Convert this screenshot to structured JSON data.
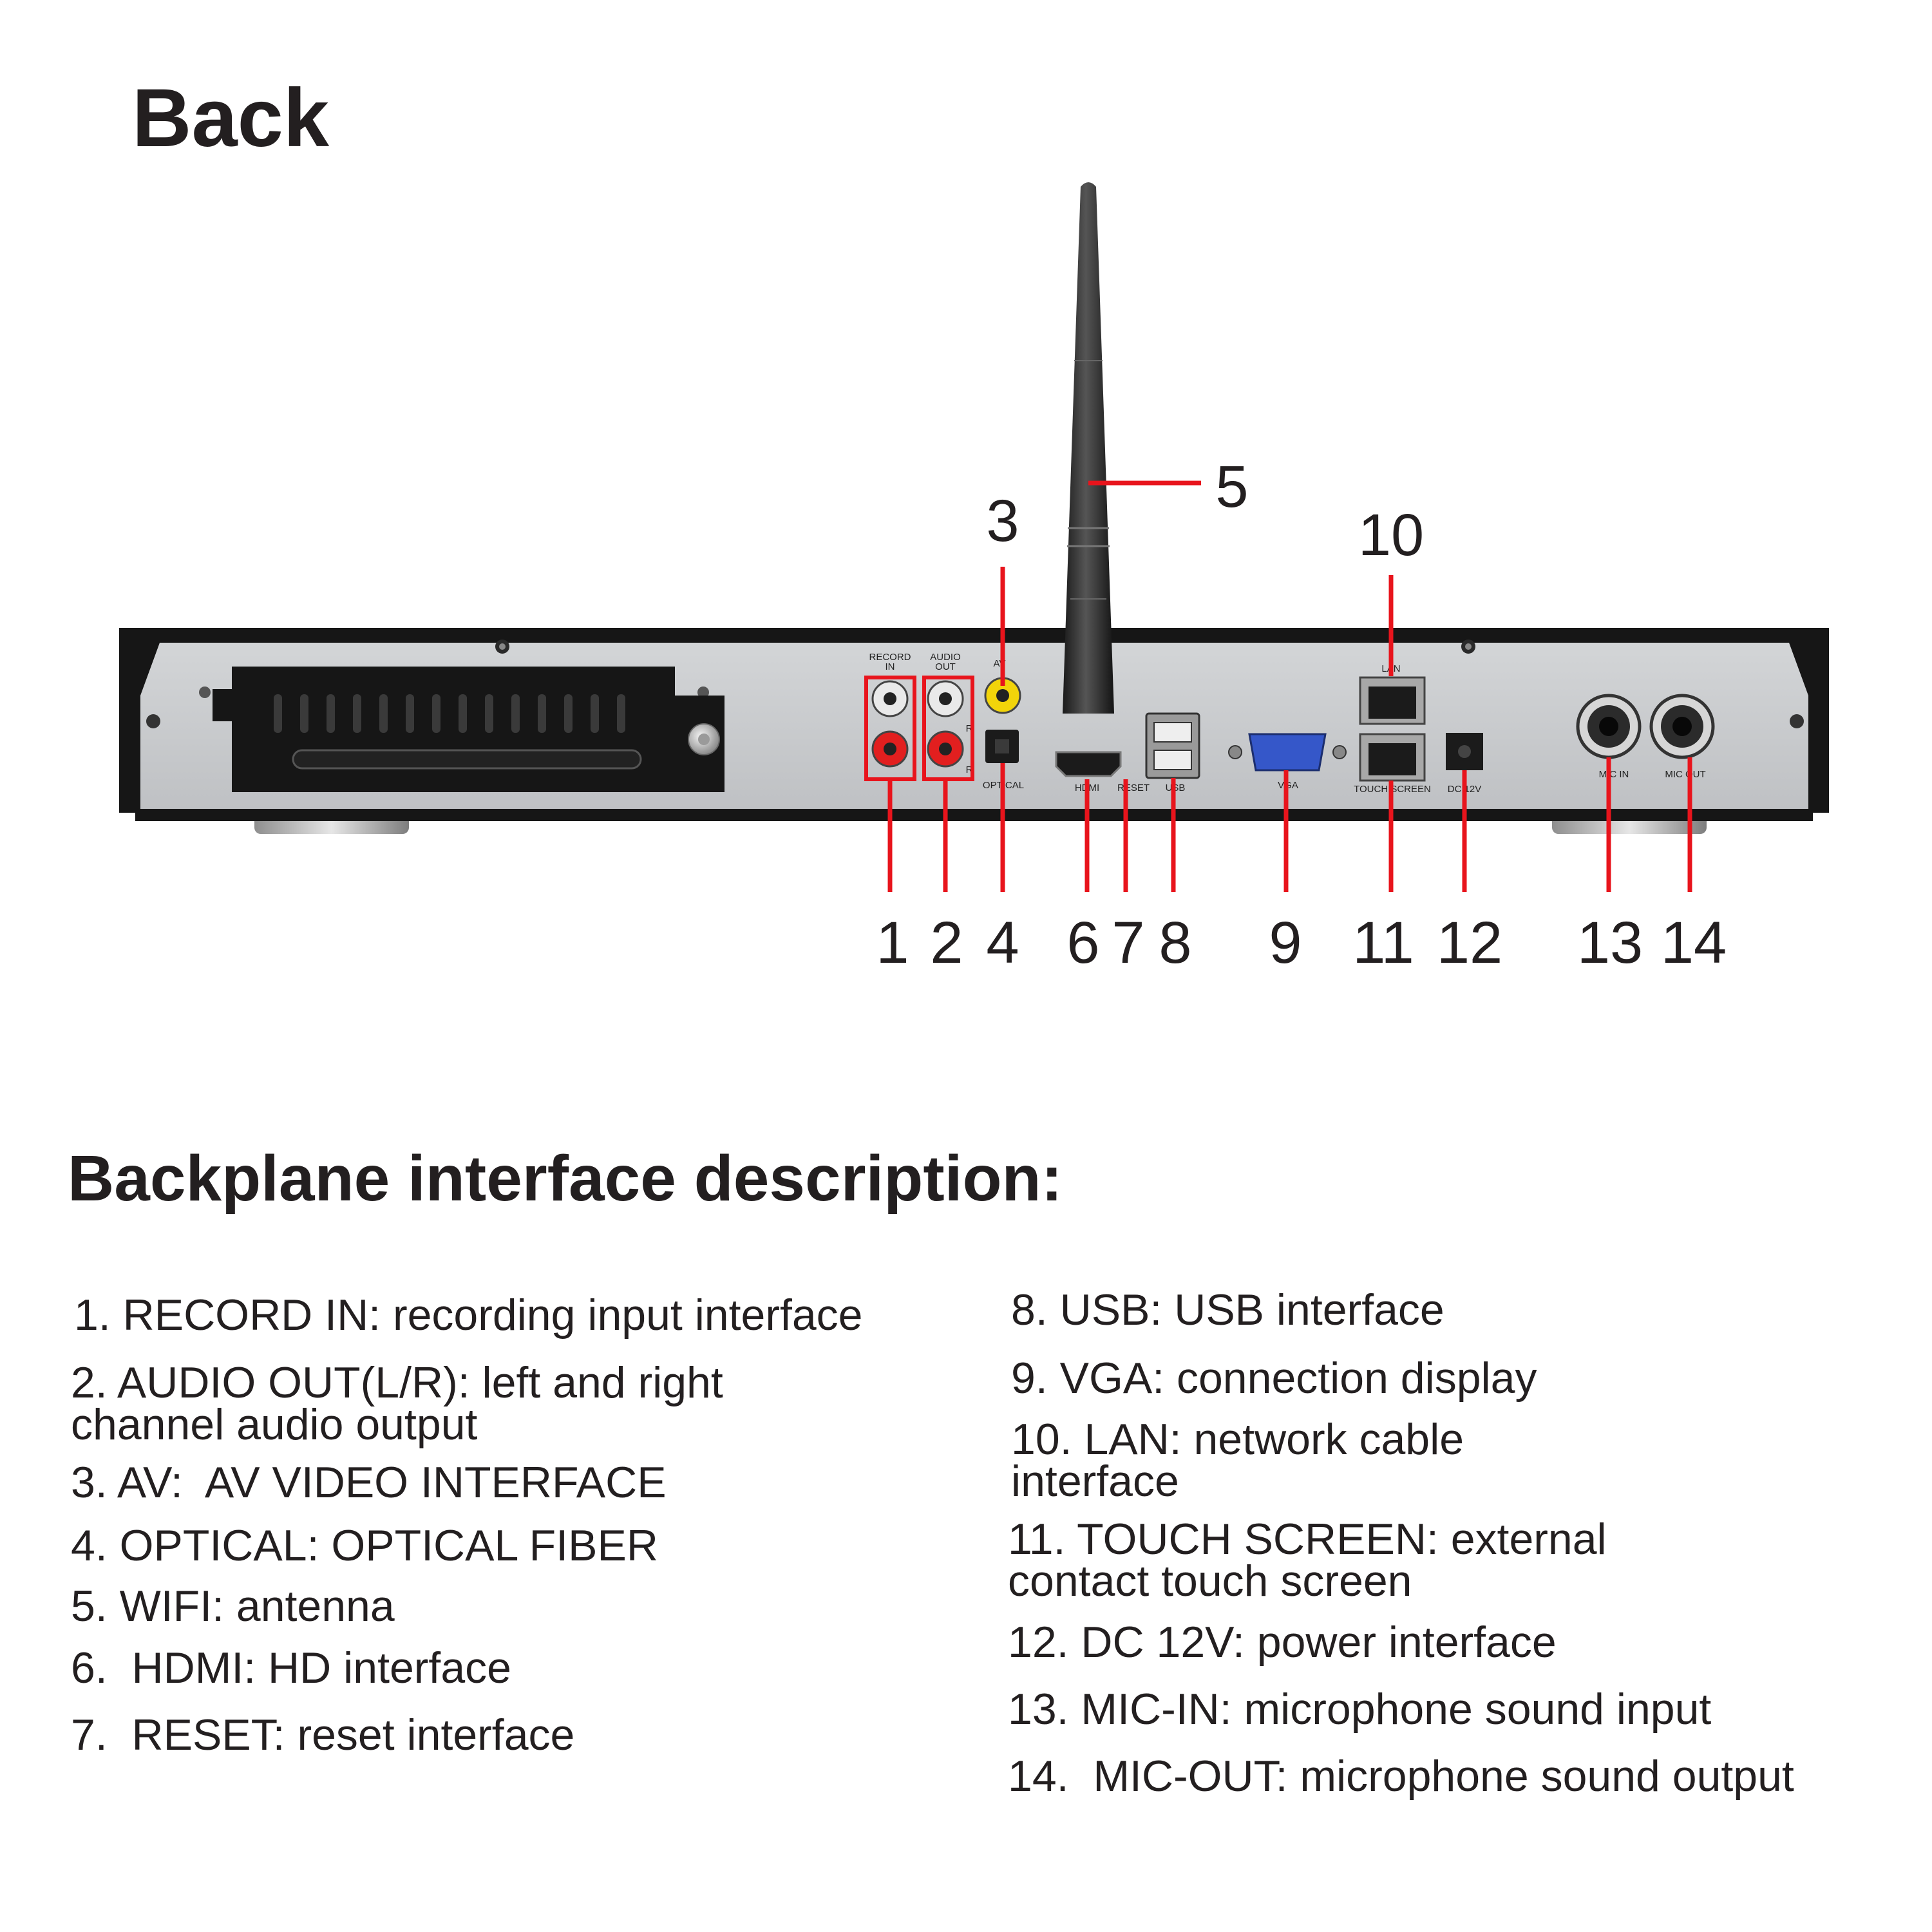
{
  "title": "Back",
  "subtitle": "Backplane interface description:",
  "panel": {
    "record_in": "RECORD\nIN",
    "audio_out": "AUDIO\nOUT",
    "av": "AV",
    "r1": "R",
    "r2": "R",
    "optical": "OPTICAL",
    "hdmi": "HDMI",
    "reset": "RESET",
    "usb": "USB",
    "vga": "VGA",
    "lan": "LAN",
    "touch_screen": "TOUCH SCREEN",
    "dc12v": "DC 12V",
    "mic_in": "MIC IN",
    "mic_out": "MIC OUT"
  },
  "callouts": [
    "1",
    "2",
    "3",
    "4",
    "5",
    "6",
    "7",
    "8",
    "9",
    "10",
    "11",
    "12",
    "13",
    "14"
  ],
  "left_items": [
    "1. RECORD IN: recording input interface",
    "2. AUDIO OUT(L/R): left and right\nchannel audio output",
    "3. AV:  AV VIDEO INTERFACE",
    "4. OPTICAL: OPTICAL FIBER",
    "5. WIFI: antenna",
    "6.  HDMI: HD interface",
    "7.  RESET: reset interface"
  ],
  "right_items": [
    "8. USB: USB interface",
    "9. VGA: connection display",
    "10. LAN: network cable\ninterface",
    "11. TOUCH SCREEN: external\ncontact touch screen",
    "12. DC 12V: power interface",
    "13. MIC-IN: microphone sound input",
    "14.  MIC-OUT: microphone sound output"
  ],
  "colors": {
    "callout_red": "#e8141c",
    "panel_silver": "#c9cbcd",
    "chassis_black": "#161616",
    "text": "#231f20",
    "rca_yellow": "#f2d40a",
    "rca_red": "#e21f1f"
  }
}
